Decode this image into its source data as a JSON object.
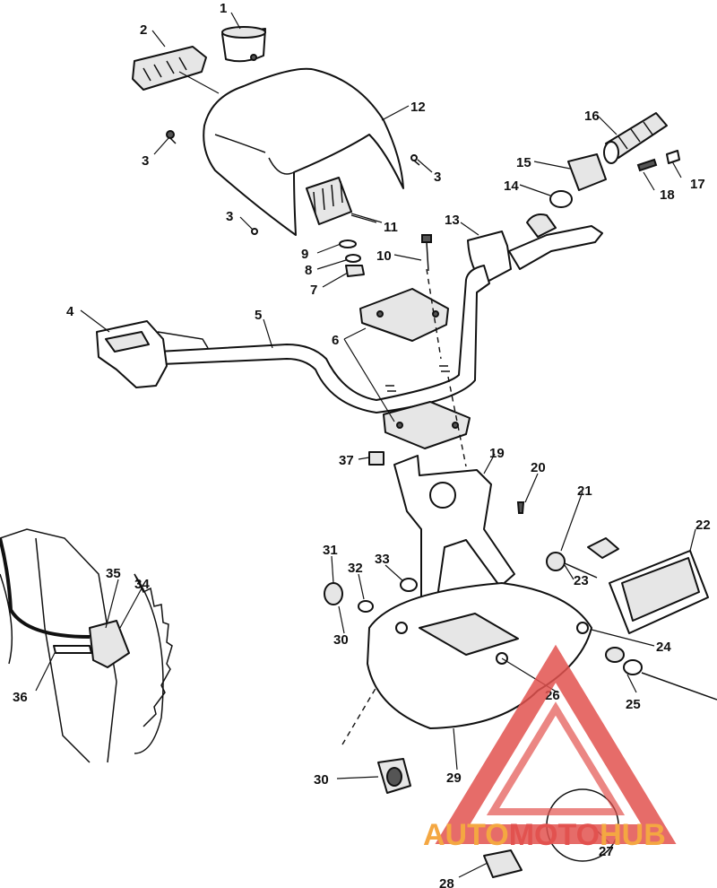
{
  "callouts": [
    {
      "label": "1"
    },
    {
      "label": "2"
    },
    {
      "label": "3"
    },
    {
      "label": "3"
    },
    {
      "label": "3"
    },
    {
      "label": "4"
    },
    {
      "label": "5"
    },
    {
      "label": "6"
    },
    {
      "label": "7"
    },
    {
      "label": "8"
    },
    {
      "label": "9"
    },
    {
      "label": "10"
    },
    {
      "label": "11"
    },
    {
      "label": "12"
    },
    {
      "label": "13"
    },
    {
      "label": "14"
    },
    {
      "label": "15"
    },
    {
      "label": "16"
    },
    {
      "label": "17"
    },
    {
      "label": "18"
    },
    {
      "label": "19"
    },
    {
      "label": "20"
    },
    {
      "label": "21"
    },
    {
      "label": "22"
    },
    {
      "label": "23"
    },
    {
      "label": "24"
    },
    {
      "label": "25"
    },
    {
      "label": "26"
    },
    {
      "label": "27"
    },
    {
      "label": "28"
    },
    {
      "label": "29"
    },
    {
      "label": "30"
    },
    {
      "label": "30"
    },
    {
      "label": "31"
    },
    {
      "label": "32"
    },
    {
      "label": "33"
    },
    {
      "label": "34"
    },
    {
      "label": "35"
    },
    {
      "label": "36"
    },
    {
      "label": "37"
    }
  ],
  "watermark": {
    "part1": "AUTO",
    "part2": "MOTO",
    "part3": "HUB",
    "color_auto": "#f4a742",
    "color_moto": "#e2524f",
    "color_hub": "#f4a742"
  }
}
